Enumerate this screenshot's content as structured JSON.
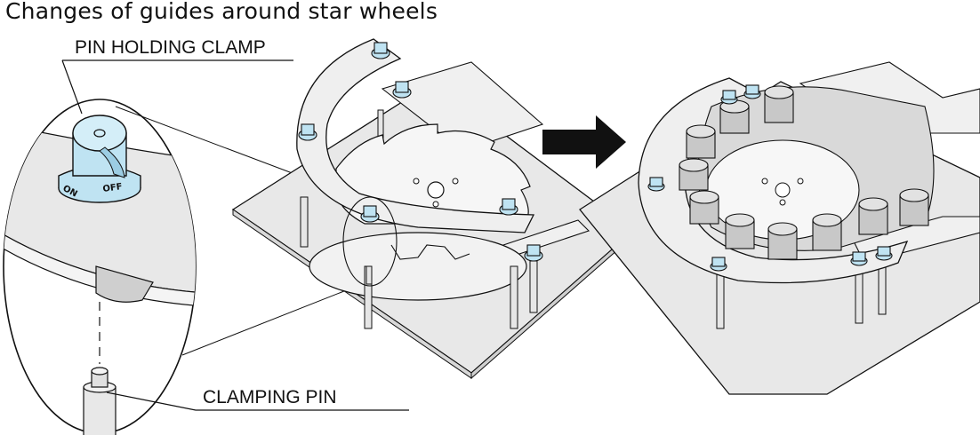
{
  "title": "Changes of guides around star wheels",
  "labels": {
    "pin_holding_clamp": "PIN HOLDING CLAMP",
    "clamping_pin": "CLAMPING PIN",
    "knob_off": "OFF",
    "knob_on": "ON"
  },
  "colors": {
    "knob_blue": "#bfe3f2",
    "plate_gray": "#e8e8e8",
    "wheel_gray": "#d9d9d9",
    "bottle_gray": "#c8c8c8",
    "outline": "#111111",
    "arrow": "#111111"
  },
  "icons": {
    "transition_arrow": "arrow-right-icon"
  }
}
